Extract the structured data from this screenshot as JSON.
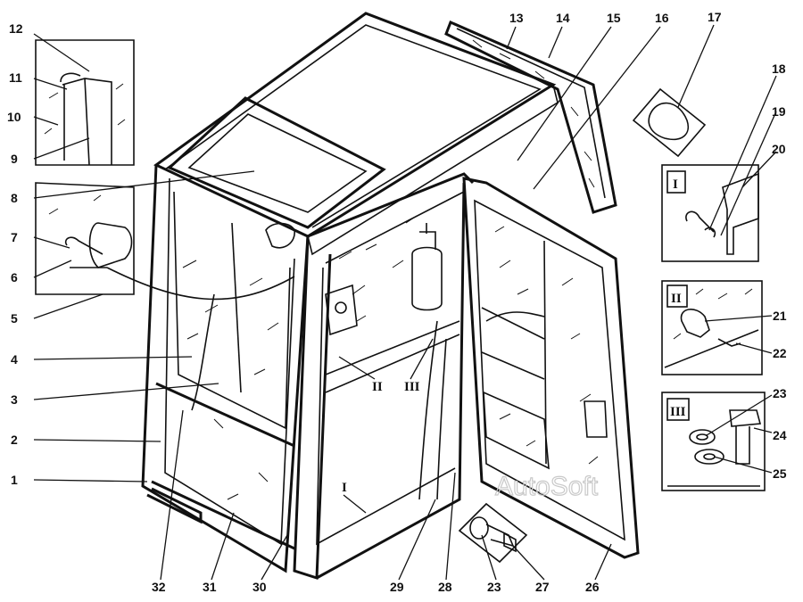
{
  "callouts": [
    {
      "id": "c1",
      "label": "1"
    },
    {
      "id": "c2",
      "label": "2"
    },
    {
      "id": "c3",
      "label": "3"
    },
    {
      "id": "c4",
      "label": "4"
    },
    {
      "id": "c5",
      "label": "5"
    },
    {
      "id": "c6",
      "label": "6"
    },
    {
      "id": "c7",
      "label": "7"
    },
    {
      "id": "c8",
      "label": "8"
    },
    {
      "id": "c9",
      "label": "9"
    },
    {
      "id": "c10",
      "label": "10"
    },
    {
      "id": "c11",
      "label": "11"
    },
    {
      "id": "c12",
      "label": "12"
    },
    {
      "id": "c13",
      "label": "13"
    },
    {
      "id": "c14",
      "label": "14"
    },
    {
      "id": "c15",
      "label": "15"
    },
    {
      "id": "c16",
      "label": "16"
    },
    {
      "id": "c17",
      "label": "17"
    },
    {
      "id": "c18",
      "label": "18"
    },
    {
      "id": "c19",
      "label": "19"
    },
    {
      "id": "c20",
      "label": "20"
    },
    {
      "id": "c21",
      "label": "21"
    },
    {
      "id": "c22",
      "label": "22"
    },
    {
      "id": "c23a",
      "label": "23"
    },
    {
      "id": "c24",
      "label": "24"
    },
    {
      "id": "c25",
      "label": "25"
    },
    {
      "id": "c26",
      "label": "26"
    },
    {
      "id": "c27",
      "label": "27"
    },
    {
      "id": "c23b",
      "label": "23"
    },
    {
      "id": "c28",
      "label": "28"
    },
    {
      "id": "c29",
      "label": "29"
    },
    {
      "id": "c30",
      "label": "30"
    },
    {
      "id": "c31",
      "label": "31"
    },
    {
      "id": "c32",
      "label": "32"
    }
  ],
  "section_marks": [
    {
      "id": "s1",
      "label": "I"
    },
    {
      "id": "s2",
      "label": "II"
    },
    {
      "id": "s3",
      "label": "III"
    }
  ],
  "inset_marks": [
    {
      "id": "i1",
      "label": "I"
    },
    {
      "id": "i2",
      "label": "II"
    },
    {
      "id": "i3",
      "label": "III"
    }
  ],
  "watermark": "AutoSoft"
}
